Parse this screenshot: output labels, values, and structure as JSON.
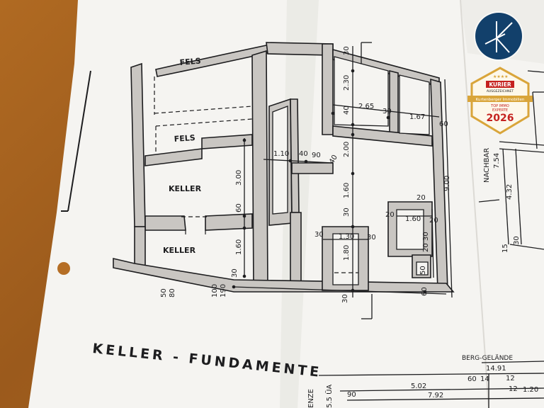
{
  "plan": {
    "title": "KELLER - FUNDAMENTE",
    "rooms": [
      "FELS",
      "FELS",
      "KELLER",
      "KELLER"
    ],
    "dims": {
      "top_30": "30",
      "d_2_30": "2.30",
      "d_2_65": "2.65",
      "d_30a": "30",
      "d_1_67": "1.67",
      "d_40": "40",
      "d_60r": "60",
      "d_1_10": "1.10",
      "d_40b": "40",
      "d_90": "90",
      "d_2_00": "2.00",
      "d_40c": "40",
      "d_3_00": "3.00",
      "d_9_00": "9.00",
      "d_1_60a": "1.60",
      "d_20a": "20",
      "d_60m": "60",
      "d_30b": "30",
      "d_1_60b": "1.60",
      "d_20b": "20",
      "d_20c": "20",
      "d_30c": "30",
      "d_1_30": "1.30",
      "d_30d": "30",
      "d_1_60c": "1.60",
      "d_1_80": "1.80",
      "d_30e": "30",
      "d_20d": "20",
      "d_50": "50",
      "d_30f": "30",
      "d_60b": "60",
      "d_30g": "30",
      "d_50b": "50",
      "d_80": "80",
      "d_100": "100",
      "d_190": "190"
    },
    "side": {
      "nachbar": "NACHBAR",
      "d_7_54": "7.54",
      "d_4_32": "4.32",
      "d_15": "15",
      "d_30": "30"
    },
    "bottom": {
      "berg": "BERG-GELÄNDE",
      "d_14_91": "14.91",
      "d_5_02": "5.02",
      "d_7_92": "7.92",
      "d_90": "90",
      "d_60": "60",
      "d_12a": "12",
      "d_12b": "12",
      "d_1_20": "1.20",
      "d_14": "14",
      "d_5_5": "5.5 ÜA",
      "grenze": "ENZE"
    }
  },
  "badge": {
    "top": "KURIER",
    "sub": "AUSGEZEICHNET",
    "name": "Kurtenberger Immobilien",
    "line1": "TOP IMMO",
    "line2": "EXPERTE",
    "year": "2026"
  },
  "colors": {
    "paper": "#f4f3f0",
    "wall": "#c9c6c2",
    "ink": "#1d1d1f",
    "desk": "#a8631f",
    "badge_gold": "#d9a53a",
    "badge_red": "#c5221f",
    "logo_blue": "#12406b"
  }
}
